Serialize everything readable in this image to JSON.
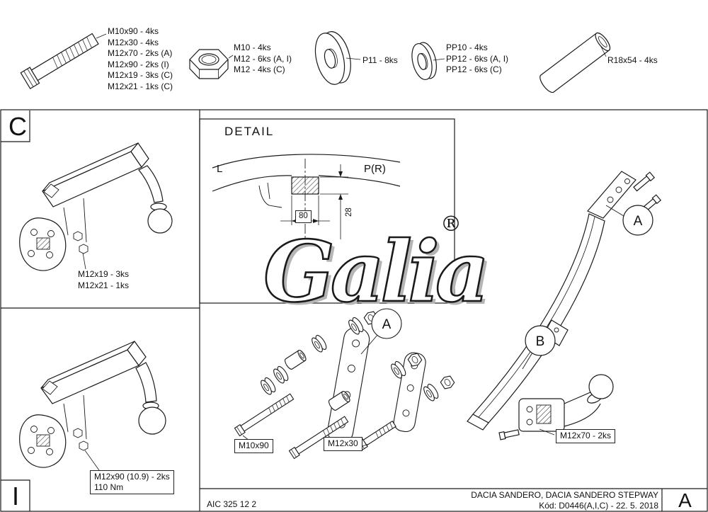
{
  "parts_list": {
    "bolt": {
      "lines": [
        "M10x90 - 4ks",
        "M12x30 - 4ks",
        "M12x70 - 2ks (A)",
        "M12x90 - 2ks (I)",
        "M12x19 - 3ks (C)",
        "M12x21 - 1ks (C)"
      ]
    },
    "nut": {
      "lines": [
        "M10 - 4ks",
        "M12 - 6ks (A, I)",
        "M12 - 4ks (C)"
      ]
    },
    "washer": {
      "label": "P11 - 8ks"
    },
    "small_washer": {
      "lines": [
        "PP10 - 4ks",
        "PP12 - 6ks (A, I)",
        "PP12 - 6ks (C)"
      ]
    },
    "sleeve": {
      "label": "R18x54 - 4ks"
    }
  },
  "sections": {
    "c": {
      "letter": "C",
      "bolt_labels": [
        "M12x19 - 3ks",
        "M12x21 - 1ks"
      ]
    },
    "i": {
      "letter": "I",
      "torque_label": "M12x90 (10.9) - 2ks",
      "torque_value": "110 Nm"
    }
  },
  "detail": {
    "title": "DETAIL",
    "left_zone": "L",
    "right_zone": "P(R)",
    "dim_width": "80",
    "dim_depth": "28"
  },
  "logo": {
    "text": "Galia",
    "registered": "®"
  },
  "callouts": {
    "main_a": "A",
    "main_b": "B",
    "exploded_a": "A"
  },
  "labels": {
    "m12x70": "M12x70 - 2ks",
    "m10x90": "M10x90",
    "m12x30": "M12x30"
  },
  "title_block": {
    "doc_number": "AIC 325 12 2",
    "vehicle": "DACIA SANDERO, DACIA SANDERO STEPWAY",
    "code": "Kód: D0446(A,I,C) - 22. 5. 2018",
    "revision": "A"
  },
  "colors": {
    "line": "#1a1a1a",
    "paper": "#ffffff",
    "shadow": "#b5b5b5"
  }
}
